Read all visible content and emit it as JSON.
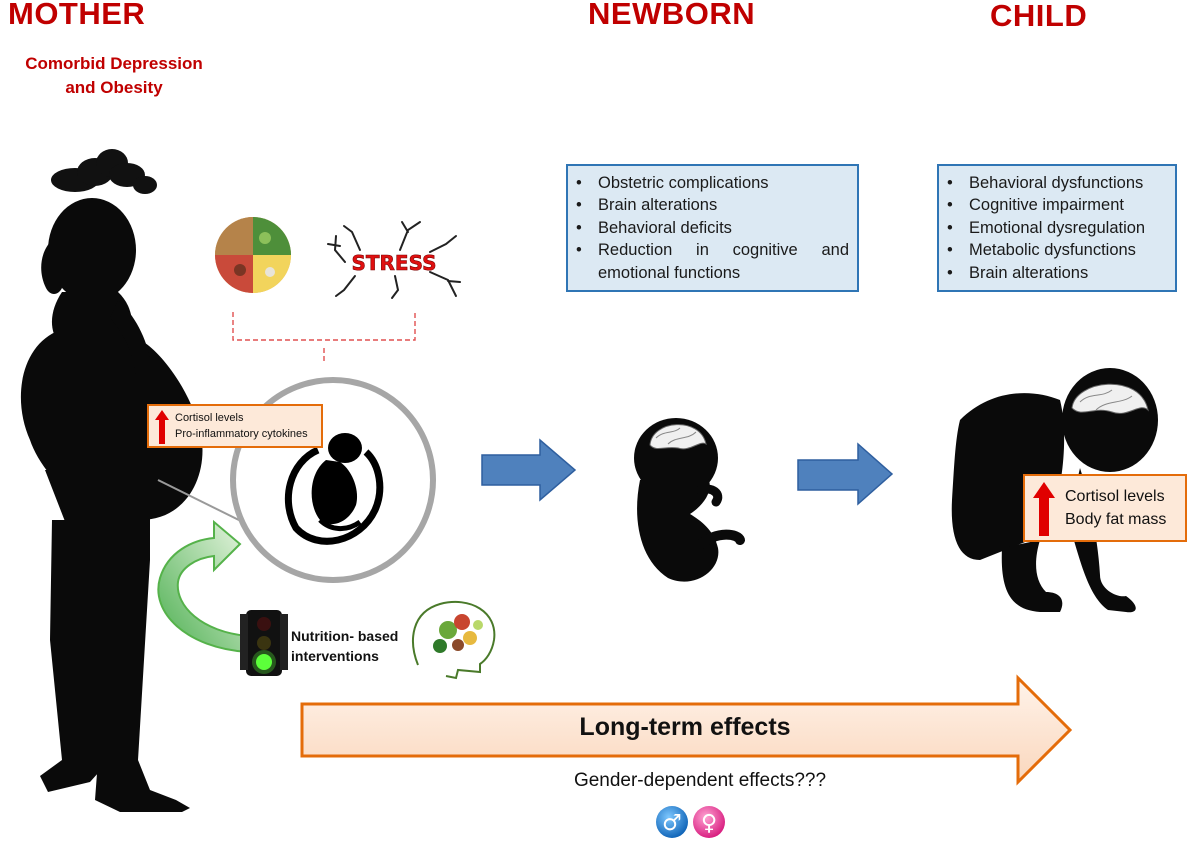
{
  "stages": {
    "mother": "MOTHER",
    "newborn": "NEWBORN",
    "child": "CHILD"
  },
  "mother_subtitle": [
    "Comorbid Depression",
    "and Obesity"
  ],
  "stress_label": "STRESS",
  "mother_markers": {
    "line1": "Cortisol levels",
    "line2": "Pro-inflammatory cytokines"
  },
  "intervention": {
    "line1": "Nutrition- based",
    "line2": "interventions"
  },
  "newborn_effects": [
    "Obstetric complications",
    "Brain alterations",
    "Behavioral deficits",
    "Reduction in cognitive and",
    "emotional functions"
  ],
  "child_effects": [
    "Behavioral dysfunctions",
    "Cognitive impairment",
    "Emotional dysregulation",
    "Metabolic dysfunctions",
    "Brain alterations"
  ],
  "child_markers": {
    "line1": "Cortisol levels",
    "line2": "Body fat mass"
  },
  "long_term": "Long-term effects",
  "gender_question": "Gender-dependent effects???",
  "gender_symbols": {
    "male": "♂",
    "female": "♀"
  },
  "colors": {
    "title_red": "#c00000",
    "box_fill": "#dce9f3",
    "box_border": "#2f75b5",
    "arrow_blue": "#4f81bd",
    "orange_border": "#e46c0a",
    "orange_fill": "#fde9d9",
    "green": "#70ad47",
    "red_arrow": "#e00000"
  }
}
